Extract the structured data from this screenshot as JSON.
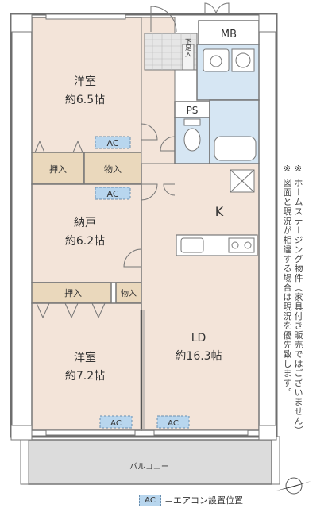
{
  "rooms": {
    "western1": {
      "name": "洋室",
      "size": "約6.5帖"
    },
    "storage_room": {
      "name": "納戸",
      "size": "約6.2帖"
    },
    "western2": {
      "name": "洋室",
      "size": "約7.2帖"
    },
    "ld": {
      "name": "LD",
      "size": "約16.3帖"
    },
    "kitchen": {
      "name": "K"
    }
  },
  "labels": {
    "mb": "MB",
    "ps": "PS",
    "shoe_box": "下足入",
    "oshiire1": "押入",
    "monoire1": "物入",
    "oshiire2": "押入",
    "monoire2": "物入",
    "balcony": "バルコニー",
    "ac": "AC"
  },
  "notes": {
    "note1": "※ ホームステージング物件（家具付き販売ではございません）",
    "note2": "※ 図面と現況が相違する場合は現況を優先致します。"
  },
  "legend": {
    "box": "AC",
    "text": "＝エアコン設置位置"
  },
  "colors": {
    "floor": "#f3e4d9",
    "closet": "#ead8bc",
    "wet": "#d6e6f3",
    "ac": "#b8d6ee",
    "wall": "#6e6e6e",
    "balcony": "#dcdcdc"
  }
}
